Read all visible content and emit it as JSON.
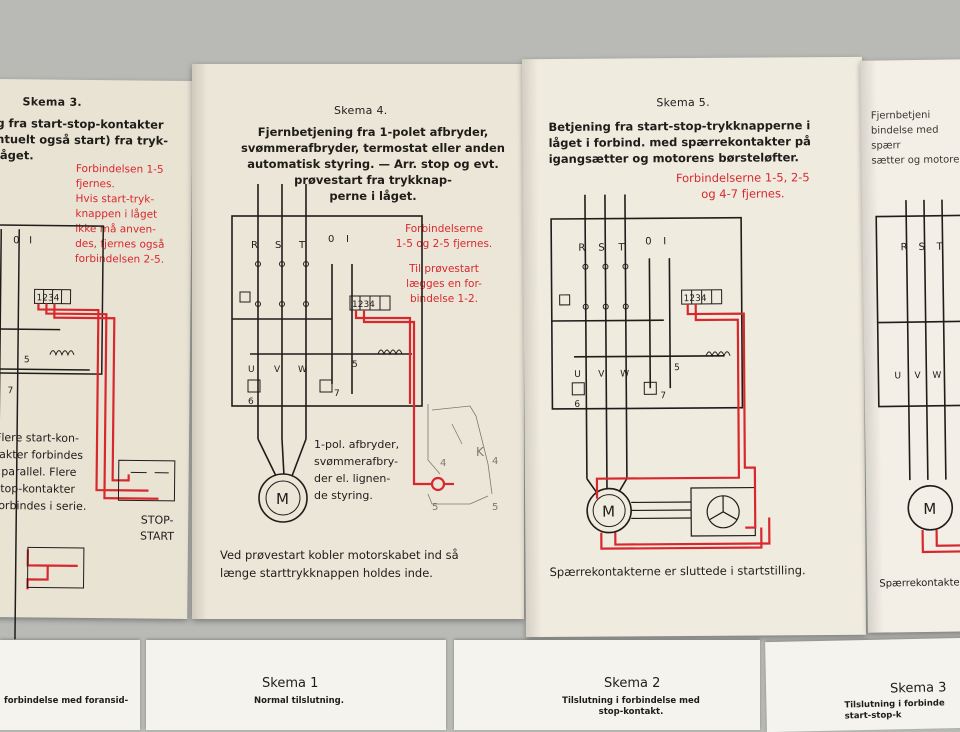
{
  "colors": {
    "paper": "#ece6d8",
    "ink": "#1f1d1a",
    "wire_red": "#d8282e",
    "background": "#b9bab6"
  },
  "skema3": {
    "title": "Skema 3.",
    "heading": [
      "g fra start-stop-kontakter",
      "ntuelt også start) fra tryk-",
      "låget."
    ],
    "notes": [
      "Forbindelsen 1-5",
      "fjernes.",
      "Hvis start-tryk-",
      "knappen i låget",
      "ikke må anven-",
      "des, fjernes også",
      "forbindelsen 2-5."
    ],
    "side_note": [
      "Flere start-kon-",
      "takter forbindes",
      "i parallel. Flere",
      "stop-kontakter",
      "forbindes i serie."
    ],
    "stop_start": [
      "STOP-",
      "START"
    ],
    "terminals": "1234",
    "terminal_5": "5",
    "terminal_7": "7",
    "switch_o": "0",
    "switch_i": "I"
  },
  "skema4": {
    "title": "Skema 4.",
    "heading": [
      "Fjernbetjening fra 1-polet afbryder,",
      "svømmerafbryder, termostat eller anden",
      "automatisk styring. — Arr. stop og evt.",
      "prøvestart fra trykknap-",
      "perne i låget."
    ],
    "notes": [
      "Forbindelserne",
      "1-5 og 2-5 fjernes.",
      "Til prøvestart",
      "lægges en for-",
      "bindelse 1-2."
    ],
    "side_note": [
      "1-pol. afbryder,",
      "svømmerafbry-",
      "der el. lignen-",
      "de styring."
    ],
    "footer": [
      "Ved prøvestart kobler motorskabet ind så",
      "længe starttrykknappen holdes inde."
    ],
    "phases": [
      "R",
      "S",
      "T"
    ],
    "outputs": [
      "U",
      "V",
      "W"
    ],
    "terminals": "1234",
    "terminal_5": "5",
    "terminal_6": "6",
    "terminal_7": "7",
    "motor": "M",
    "switch_o": "0",
    "switch_i": "I",
    "pencil_marks": [
      "4",
      "5",
      "4",
      "5",
      "K"
    ]
  },
  "skema5": {
    "title": "Skema 5.",
    "heading": [
      "Betjening fra start-stop-trykknapperne i",
      "låget i forbind. med spærrekontakter på",
      "igangsætter og motorens børsteløfter."
    ],
    "notes": [
      "Forbindelserne 1-5, 2-5",
      "og 4-7 fjernes."
    ],
    "footer": "Spærrekontakterne er sluttede i startstilling.",
    "phases": [
      "R",
      "S",
      "T"
    ],
    "outputs": [
      "U",
      "V",
      "W"
    ],
    "terminals": "1234",
    "terminal_5": "5",
    "terminal_6": "6",
    "terminal_7": "7",
    "motor": "M",
    "switch_o": "0",
    "switch_i": "I"
  },
  "skema6": {
    "heading": [
      "Fjernbetjeni",
      "bindelse med spærr",
      "sætter og motoren"
    ],
    "footer": "Spærrekontakterr",
    "phases": [
      "R",
      "S",
      "T"
    ],
    "outputs": [
      "U",
      "V",
      "W"
    ],
    "motor": "M"
  },
  "bottom": {
    "left_caption": "forbindelse med foransid-",
    "s1_title": "Skema 1",
    "s1_sub": "Normal tilslutning.",
    "s2_title": "Skema 2",
    "s2_sub": [
      "Tilslutning i forbindelse med",
      "stop-kontakt."
    ],
    "s3_title": "Skema 3",
    "s3_sub": [
      "Tilslutning i forbinde",
      "start-stop-k"
    ]
  }
}
